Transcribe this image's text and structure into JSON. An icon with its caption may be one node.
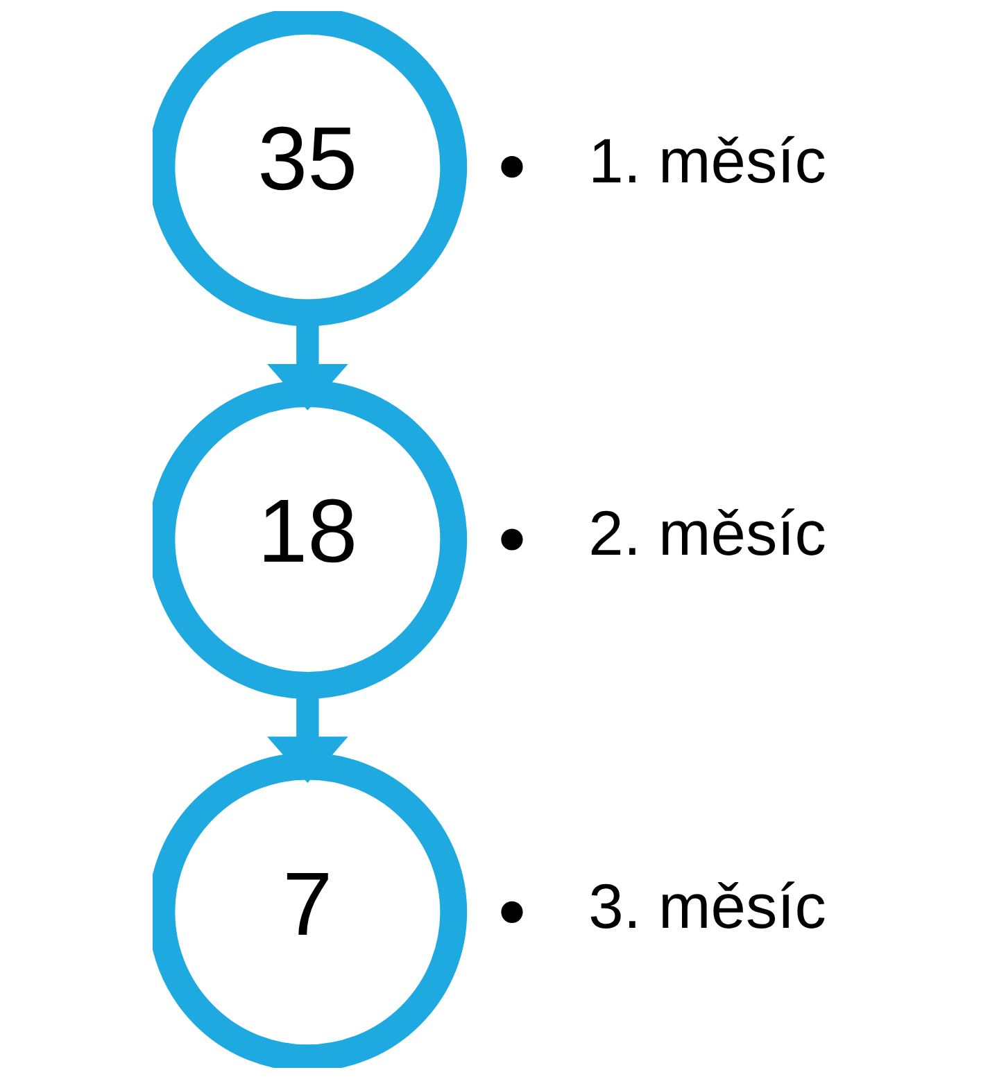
{
  "diagram": {
    "nodes": [
      {
        "text": [
          "35"
        ],
        "beside": [
          "1. měsíc"
        ]
      },
      {
        "text": [
          "18"
        ],
        "beside": [
          "2. měsíc"
        ]
      },
      {
        "text": [
          "7"
        ],
        "beside": [
          "3. měsíc"
        ]
      }
    ],
    "edges": [
      {
        "from": 0,
        "to": 1,
        "arrow": "to"
      },
      {
        "from": 1,
        "to": 2,
        "arrow": "to"
      }
    ]
  }
}
